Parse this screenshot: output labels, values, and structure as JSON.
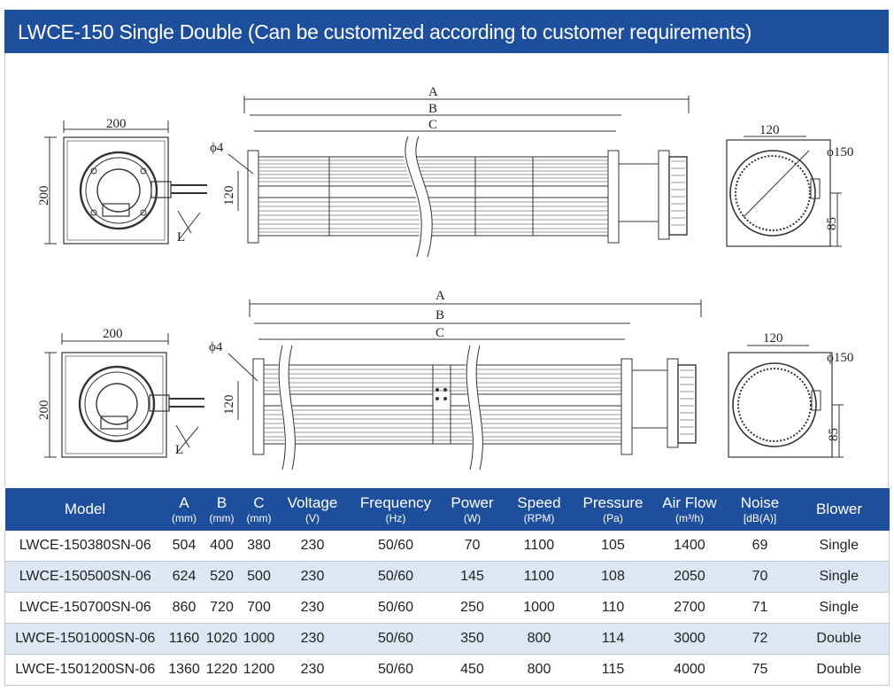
{
  "header": {
    "title": "LWCE-150 Single Double  (Can be customized according to customer requirements)"
  },
  "drawings": {
    "top": {
      "side_width": "200",
      "side_height": "200",
      "lead_label": "L",
      "dim_a": "A",
      "dim_b": "B",
      "dim_c": "C",
      "phi4": "ϕ4",
      "height_120": "120",
      "end_width": "120",
      "end_diameter": "ϕ150",
      "end_85": "85"
    },
    "bottom": {
      "side_width": "200",
      "side_height": "200",
      "lead_label": "L",
      "dim_a": "A",
      "dim_b": "B",
      "dim_c": "C",
      "phi4": "ϕ4",
      "height_120": "120",
      "end_width": "120",
      "end_diameter": "ϕ150",
      "end_85": "85"
    }
  },
  "table": {
    "columns": [
      {
        "label": "Model",
        "unit": ""
      },
      {
        "label": "A",
        "unit": "(mm)"
      },
      {
        "label": "B",
        "unit": "(mm)"
      },
      {
        "label": "C",
        "unit": "(mm)"
      },
      {
        "label": "Voltage",
        "unit": "(V)"
      },
      {
        "label": "Frequency",
        "unit": "(Hz)"
      },
      {
        "label": "Power",
        "unit": "(W)"
      },
      {
        "label": "Speed",
        "unit": "(RPM)"
      },
      {
        "label": "Pressure",
        "unit": "(Pa)"
      },
      {
        "label": "Air Flow",
        "unit": "(m³/h)"
      },
      {
        "label": "Noise",
        "unit": "[dB(A)]"
      },
      {
        "label": "Blower",
        "unit": ""
      }
    ],
    "rows": [
      [
        "LWCE-150380SN-06",
        "504",
        "400",
        "380",
        "230",
        "50/60",
        "70",
        "1100",
        "105",
        "1400",
        "69",
        "Single"
      ],
      [
        "LWCE-150500SN-06",
        "624",
        "520",
        "500",
        "230",
        "50/60",
        "145",
        "1100",
        "108",
        "2050",
        "70",
        "Single"
      ],
      [
        "LWCE-150700SN-06",
        "860",
        "720",
        "700",
        "230",
        "50/60",
        "250",
        "1000",
        "110",
        "2700",
        "71",
        "Single"
      ],
      [
        "LWCE-1501000SN-06",
        "1160",
        "1020",
        "1000",
        "230",
        "50/60",
        "350",
        "800",
        "114",
        "3000",
        "72",
        "Double"
      ],
      [
        "LWCE-1501200SN-06",
        "1360",
        "1220",
        "1200",
        "230",
        "50/60",
        "450",
        "800",
        "115",
        "4000",
        "75",
        "Double"
      ]
    ]
  }
}
